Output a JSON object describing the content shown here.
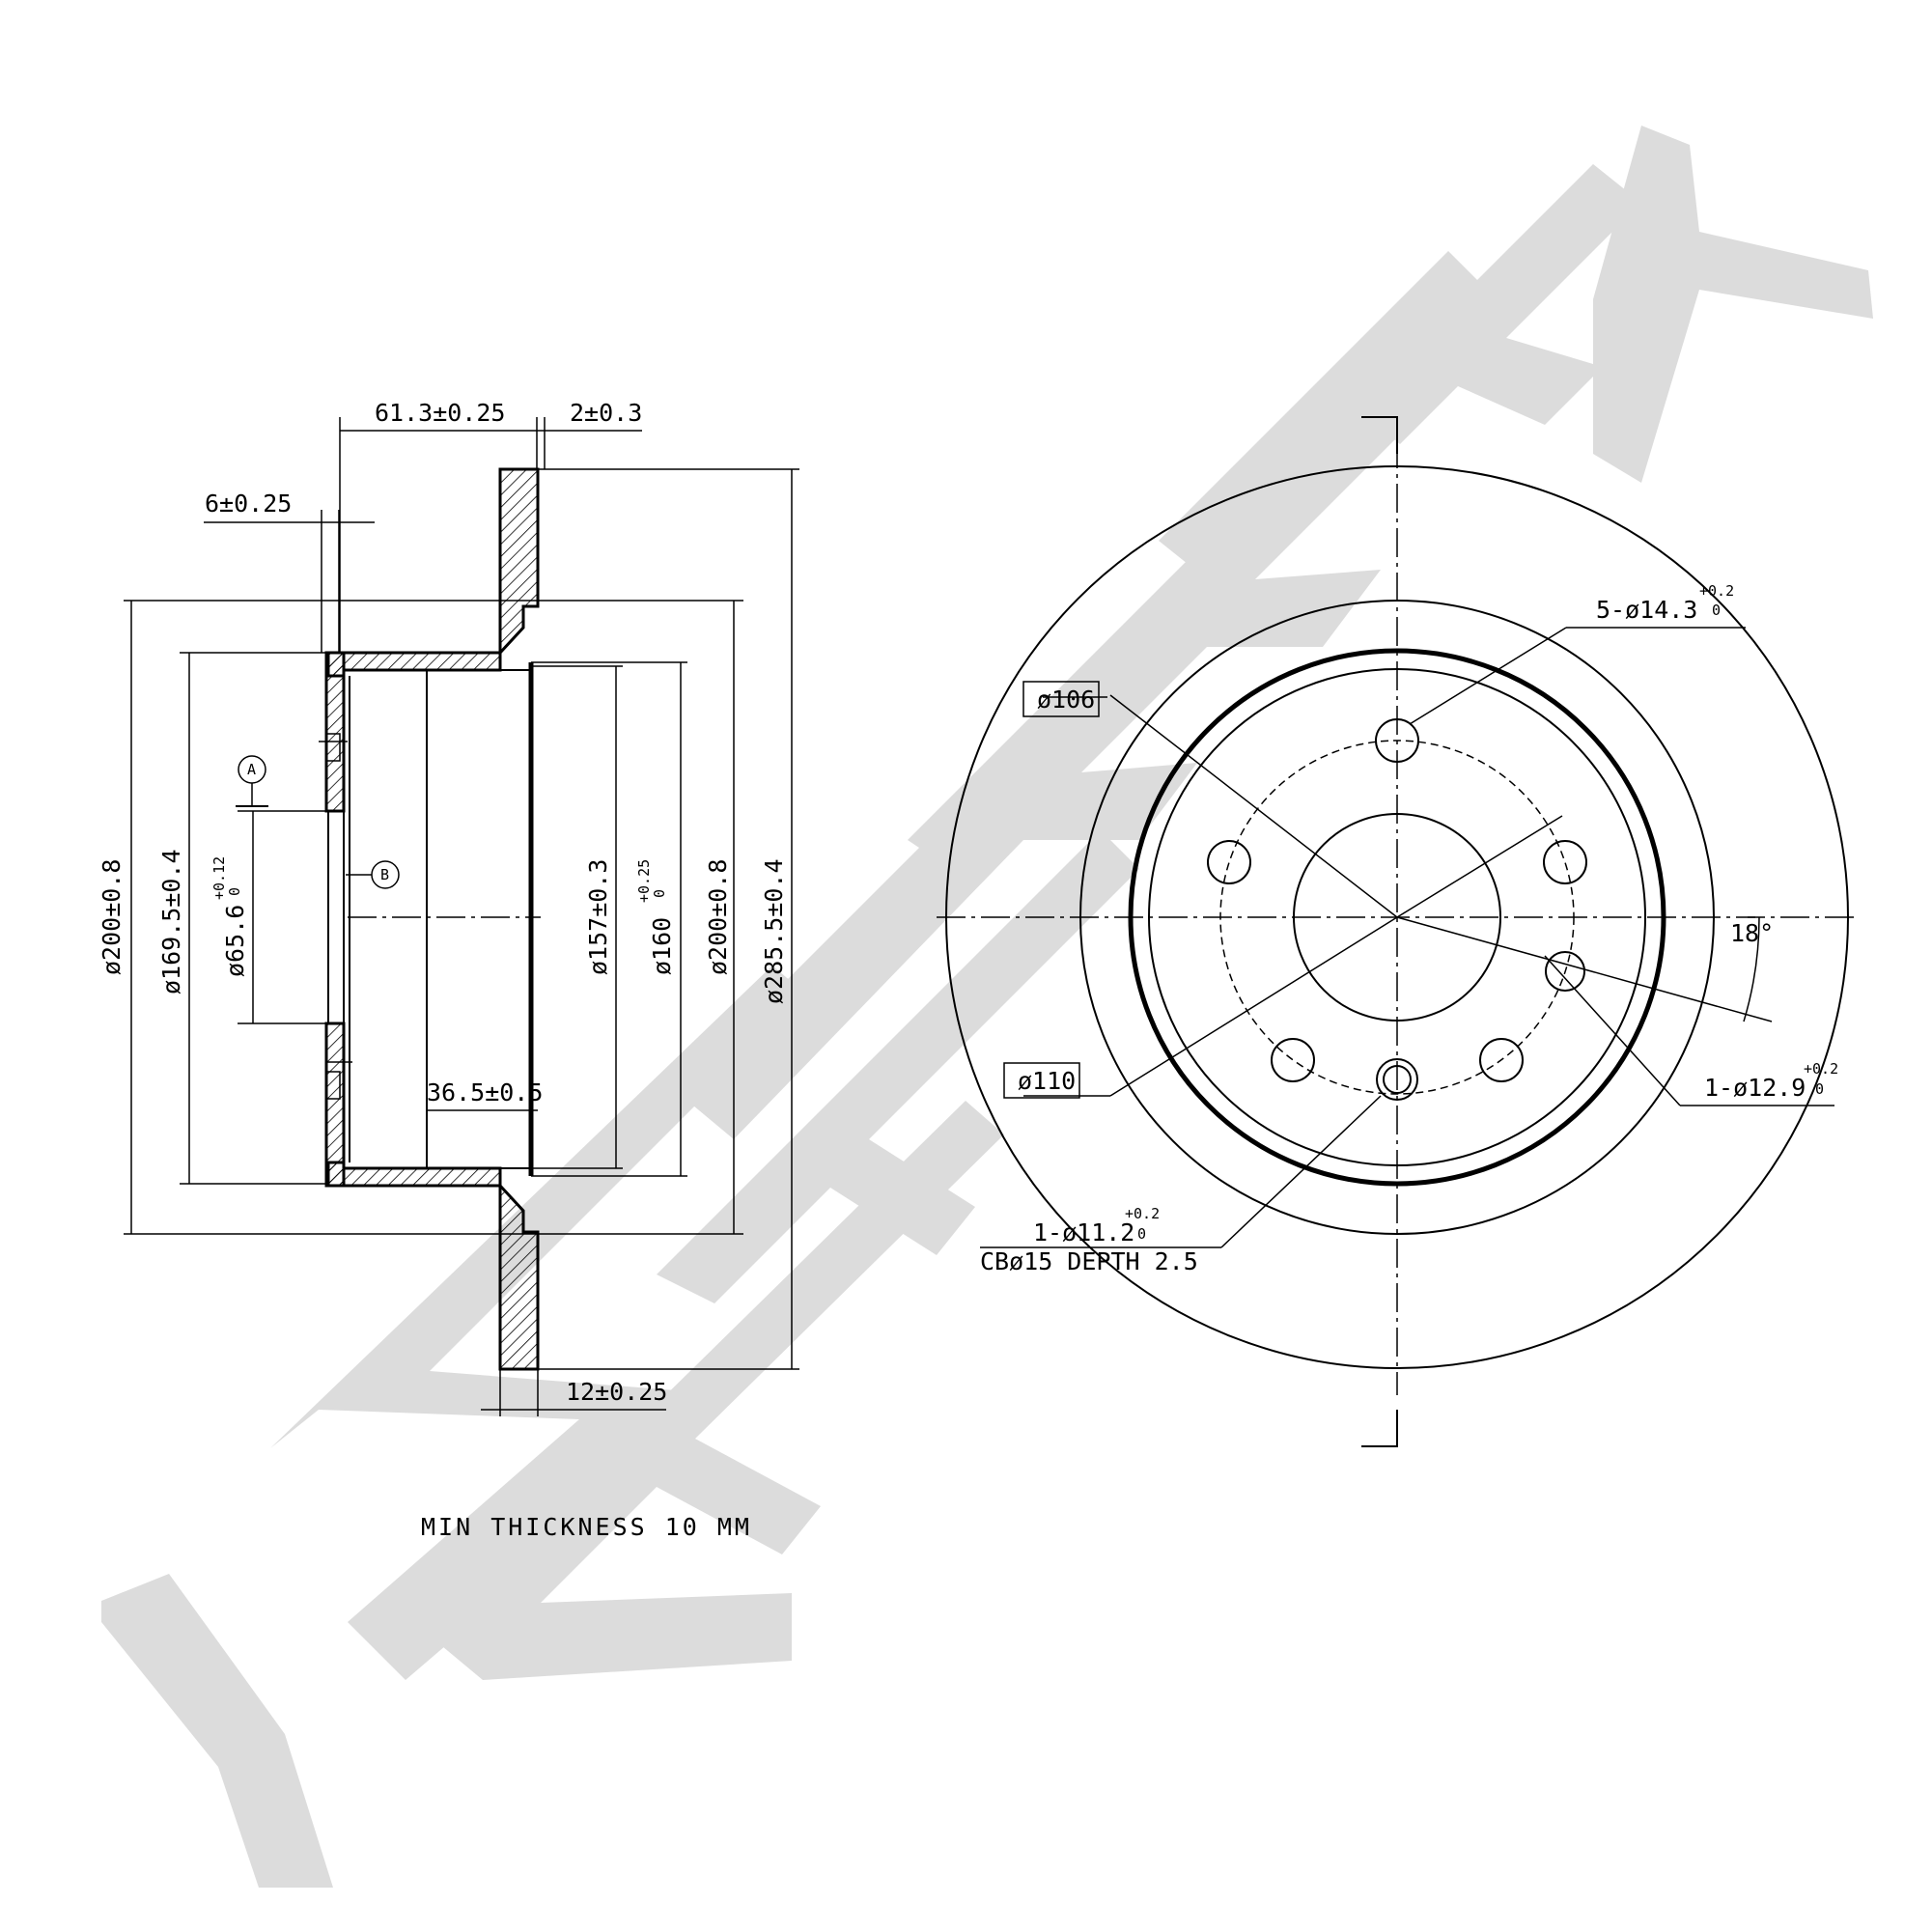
{
  "watermark": {
    "text": "ZENNEK",
    "color": "#dcdcdc"
  },
  "section_view": {
    "dim_width_overall": "61.3±0.25",
    "dim_offset": "2±0.3",
    "dim_flange": "6±0.25",
    "dim_outer_dia_1": "ø200±0.8",
    "dim_hat_dia": "ø169.5±0.4",
    "dim_center_bore": "ø65.6",
    "dim_center_bore_tol_upper": "+0.12",
    "dim_center_bore_tol_lower": "0",
    "dim_drum_inner": "ø157±0.3",
    "dim_160": "ø160",
    "dim_160_tol_upper": "+0.25",
    "dim_160_tol_lower": "0",
    "dim_outer_dia_2": "ø200±0.8",
    "dim_disc_dia": "ø285.5±0.4",
    "dim_hat_depth": "36.5±0.5",
    "dim_thickness": "12±0.25",
    "datum_a": "A",
    "datum_b": "B",
    "note_min_thickness": "MIN THICKNESS 10 MM"
  },
  "front_view": {
    "label_106": "ø106",
    "label_110": "ø110",
    "holes_5": "5-ø14.3",
    "holes_5_tol_upper": "+0.2",
    "holes_5_tol_lower": "0",
    "hole_12_9": "1-ø12.9",
    "hole_12_9_tol_upper": "+0.2",
    "hole_12_9_tol_lower": "0",
    "hole_11_2": "1-ø11.2",
    "hole_11_2_tol_upper": "+0.2",
    "hole_11_2_tol_lower": "0",
    "counterbore": "CBø15 DEPTH 2.5",
    "angle": "18°"
  }
}
